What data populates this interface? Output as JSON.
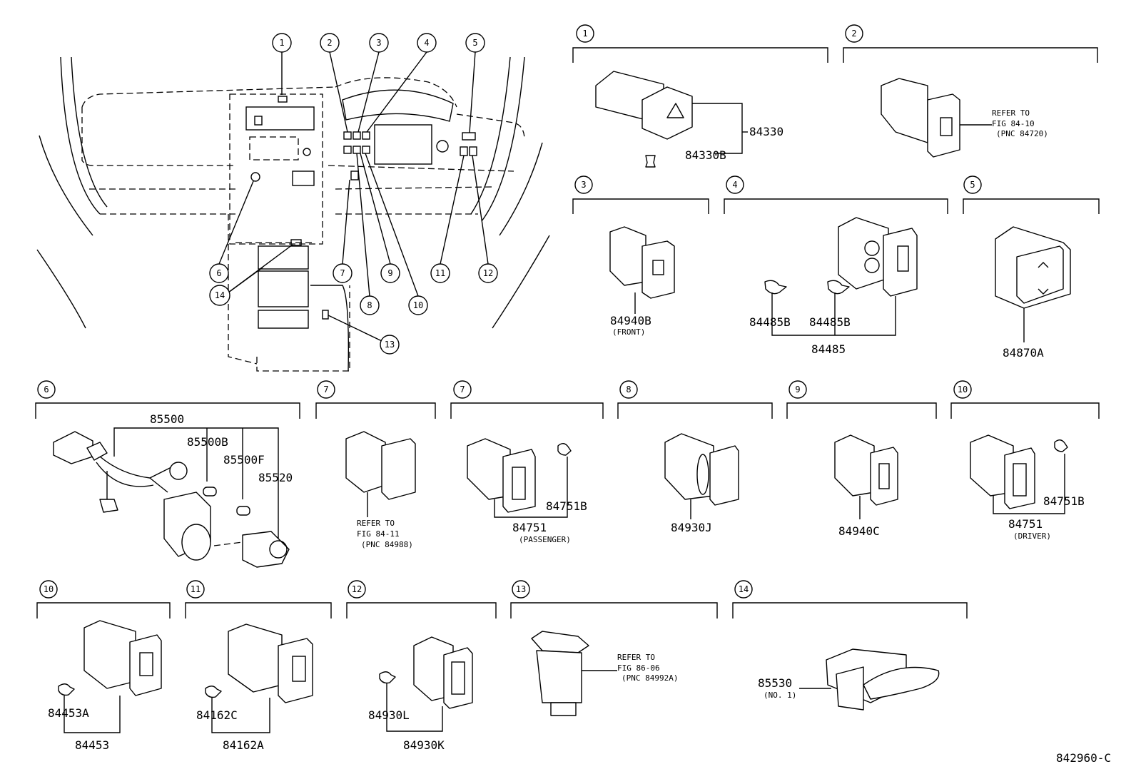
{
  "figure_code": "842960-C",
  "overview": {
    "callouts": [
      {
        "n": "1"
      },
      {
        "n": "2"
      },
      {
        "n": "3"
      },
      {
        "n": "4"
      },
      {
        "n": "5"
      },
      {
        "n": "6"
      },
      {
        "n": "7"
      },
      {
        "n": "8"
      },
      {
        "n": "9"
      },
      {
        "n": "10"
      },
      {
        "n": "11"
      },
      {
        "n": "12"
      },
      {
        "n": "13"
      },
      {
        "n": "14"
      }
    ]
  },
  "groups": [
    {
      "n": "1",
      "labels": [
        "84330",
        "84330B"
      ],
      "notes": []
    },
    {
      "n": "2",
      "labels": [],
      "notes": [
        "REFER TO",
        "FIG 84-10",
        "(PNC 84720)"
      ]
    },
    {
      "n": "3",
      "labels": [
        "84940B"
      ],
      "notes": [
        "(FRONT)"
      ]
    },
    {
      "n": "4",
      "labels": [
        "84485B",
        "84485B",
        "84485"
      ],
      "notes": []
    },
    {
      "n": "5",
      "labels": [
        "84870A"
      ],
      "notes": []
    },
    {
      "n": "6",
      "labels": [
        "85500",
        "85500B",
        "85500F",
        "85520"
      ],
      "notes": []
    },
    {
      "n": "7",
      "labels": [],
      "notes": [
        "REFER TO",
        "FIG 84-11",
        "(PNC 84988)"
      ]
    },
    {
      "n": "7",
      "labels": [
        "84751B",
        "84751"
      ],
      "notes": [
        "(PASSENGER)"
      ]
    },
    {
      "n": "8",
      "labels": [
        "84930J"
      ],
      "notes": []
    },
    {
      "n": "9",
      "labels": [
        "84940C"
      ],
      "notes": []
    },
    {
      "n": "10",
      "labels": [
        "84751B",
        "84751"
      ],
      "notes": [
        "(DRIVER)"
      ]
    },
    {
      "n": "10",
      "labels": [
        "84453A",
        "84453"
      ],
      "notes": []
    },
    {
      "n": "11",
      "labels": [
        "84162C",
        "84162A"
      ],
      "notes": []
    },
    {
      "n": "12",
      "labels": [
        "84930L",
        "84930K"
      ],
      "notes": []
    },
    {
      "n": "13",
      "labels": [],
      "notes": [
        "REFER TO",
        "FIG 86-06",
        "(PNC 84992A)"
      ]
    },
    {
      "n": "14",
      "labels": [
        "85530"
      ],
      "notes": [
        "(NO. 1)"
      ]
    }
  ]
}
